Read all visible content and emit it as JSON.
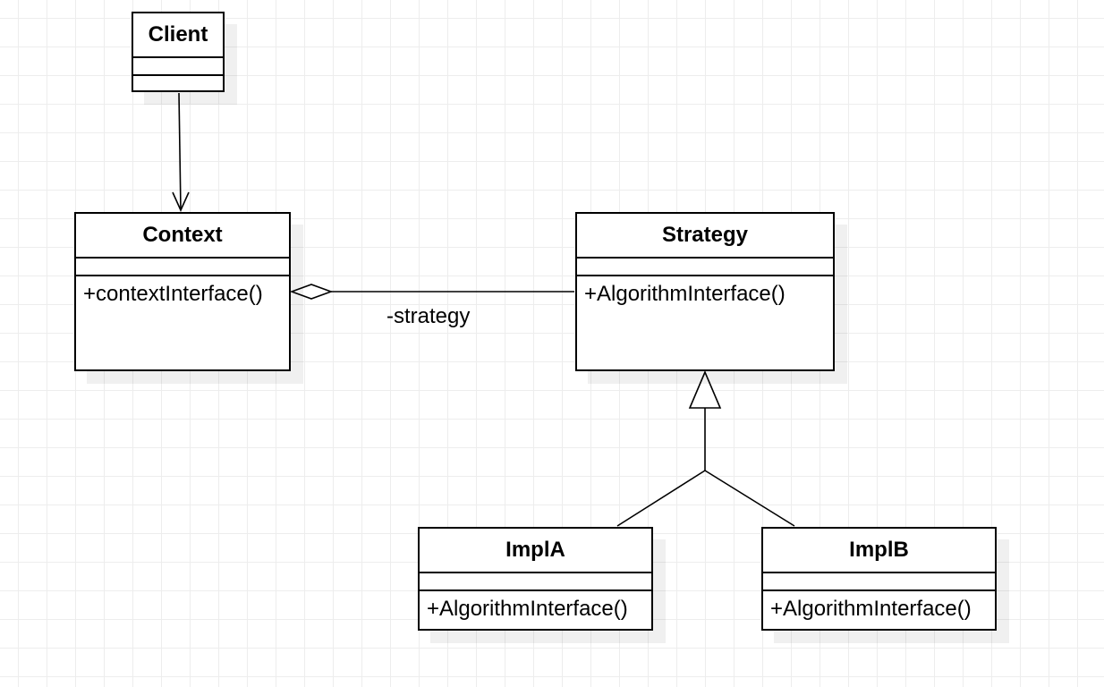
{
  "classes": {
    "client": {
      "name": "Client",
      "operation": ""
    },
    "context": {
      "name": "Context",
      "operation": "+contextInterface()"
    },
    "strategy": {
      "name": "Strategy",
      "operation": "+AlgorithmInterface()"
    },
    "impl_a": {
      "name": "ImplA",
      "operation": "+AlgorithmInterface()"
    },
    "impl_b": {
      "name": "ImplB",
      "operation": "+AlgorithmInterface()"
    }
  },
  "associations": {
    "context_strategy_role": "-strategy"
  },
  "colors": {
    "line": "#000000",
    "grid": "#ededed",
    "background": "#ffffff"
  }
}
